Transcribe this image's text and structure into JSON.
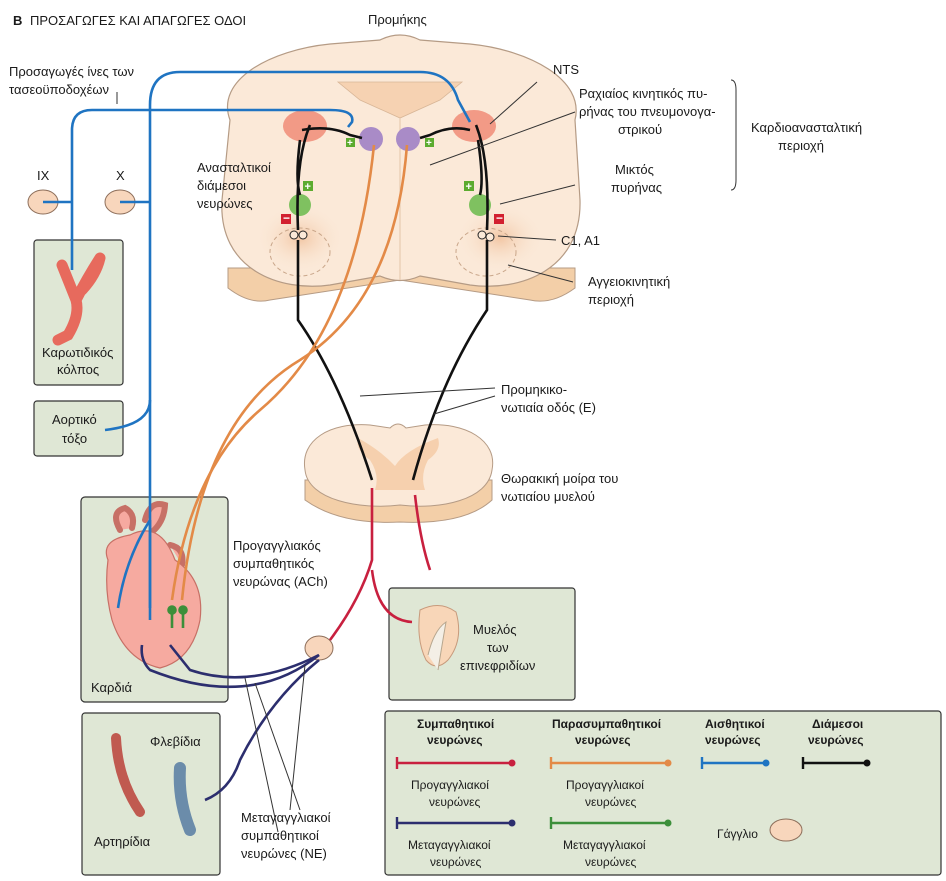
{
  "title": {
    "letter": "B",
    "text": "ΠΡΟΣΑΓΩΓΕΣ ΚΑΙ ΑΠΑΓΩΓΕΣ ΟΔΟΙ"
  },
  "labels": {
    "medulla": "Προμήκης",
    "afferent_line1": "Προσαγωγές ίνες των",
    "afferent_line2": "τασεοϋποδοχέων",
    "ix": "IX",
    "x": "X",
    "carotid_line1": "Καρωτιδικός",
    "carotid_line2": "κόλπος",
    "aortic_line1": "Αορτικό",
    "aortic_line2": "τόξο",
    "inhib_line1": "Ανασταλτικοί",
    "inhib_line2": "διάμεσοι",
    "inhib_line3": "νευρώνες",
    "nts": "NTS",
    "vagus_line1": "Ραχιαίος κινητικός πυ-",
    "vagus_line2": "ρήνας του πνευμονογα-",
    "vagus_line3": "στρικού",
    "cardioinhib_line1": "Καρδιοανασταλτική",
    "cardioinhib_line2": "περιοχή",
    "ambiguus_line1": "Μικτός",
    "ambiguus_line2": "πυρήνας",
    "c1a1": "C1, A1",
    "vasomotor_line1": "Αγγειοκινητική",
    "vasomotor_line2": "περιοχή",
    "bulbospinal_line1": "Προμηκικο-",
    "bulbospinal_line2": "νωτιαία οδός (Ε)",
    "thoracic_line1": "Θωρακική μοίρα του",
    "thoracic_line2": "νωτιαίου μυελού",
    "preganglionic_line1": "Προγαγγλιακός",
    "preganglionic_line2": "συμπαθητικός",
    "preganglionic_line3": "νευρώνας (ACh)",
    "adrenal_line1": "Μυελός",
    "adrenal_line2": "των",
    "adrenal_line3": "επινεφριδίων",
    "heart": "Καρδιά",
    "venule": "Φλεβίδια",
    "arteriole": "Αρτηρίδια",
    "postganglionic_line1": "Μεταγαγγλιακοί",
    "postganglionic_line2": "συμπαθητικοί",
    "postganglionic_line3": "νευρώνες (ΝΕ)"
  },
  "legend": {
    "sympathetic_line1": "Συμπαθητικοί",
    "sympathetic_line2": "νευρώνες",
    "parasympathetic_line1": "Παρασυμπαθητικοί",
    "parasympathetic_line2": "νευρώνες",
    "sensory_line1": "Αισθητικοί",
    "sensory_line2": "νευρώνες",
    "inter_line1": "Διάμεσοι",
    "inter_line2": "νευρώνες",
    "symp_pre_line1": "Προγαγγλιακοί",
    "symp_pre_line2": "νευρώνες",
    "symp_post_line1": "Μεταγαγγλιακοί",
    "symp_post_line2": "νευρώνες",
    "para_pre_line1": "Προγαγγλιακοί",
    "para_pre_line2": "νευρώνες",
    "para_post_line1": "Μεταγαγγλιακοί",
    "para_post_line2": "νευρώνες",
    "ganglion": "Γάγγλιο"
  },
  "colors": {
    "sensory": "#1f74c2",
    "sympathetic_pre": "#c8203f",
    "sympathetic_post": "#2c2e6e",
    "parasympathetic_pre": "#e38a47",
    "parasympathetic_post": "#3c8f3a",
    "interneuron": "#111111",
    "box_fill": "#dfe7d5",
    "tissue_fill": "#fbe9d8"
  }
}
